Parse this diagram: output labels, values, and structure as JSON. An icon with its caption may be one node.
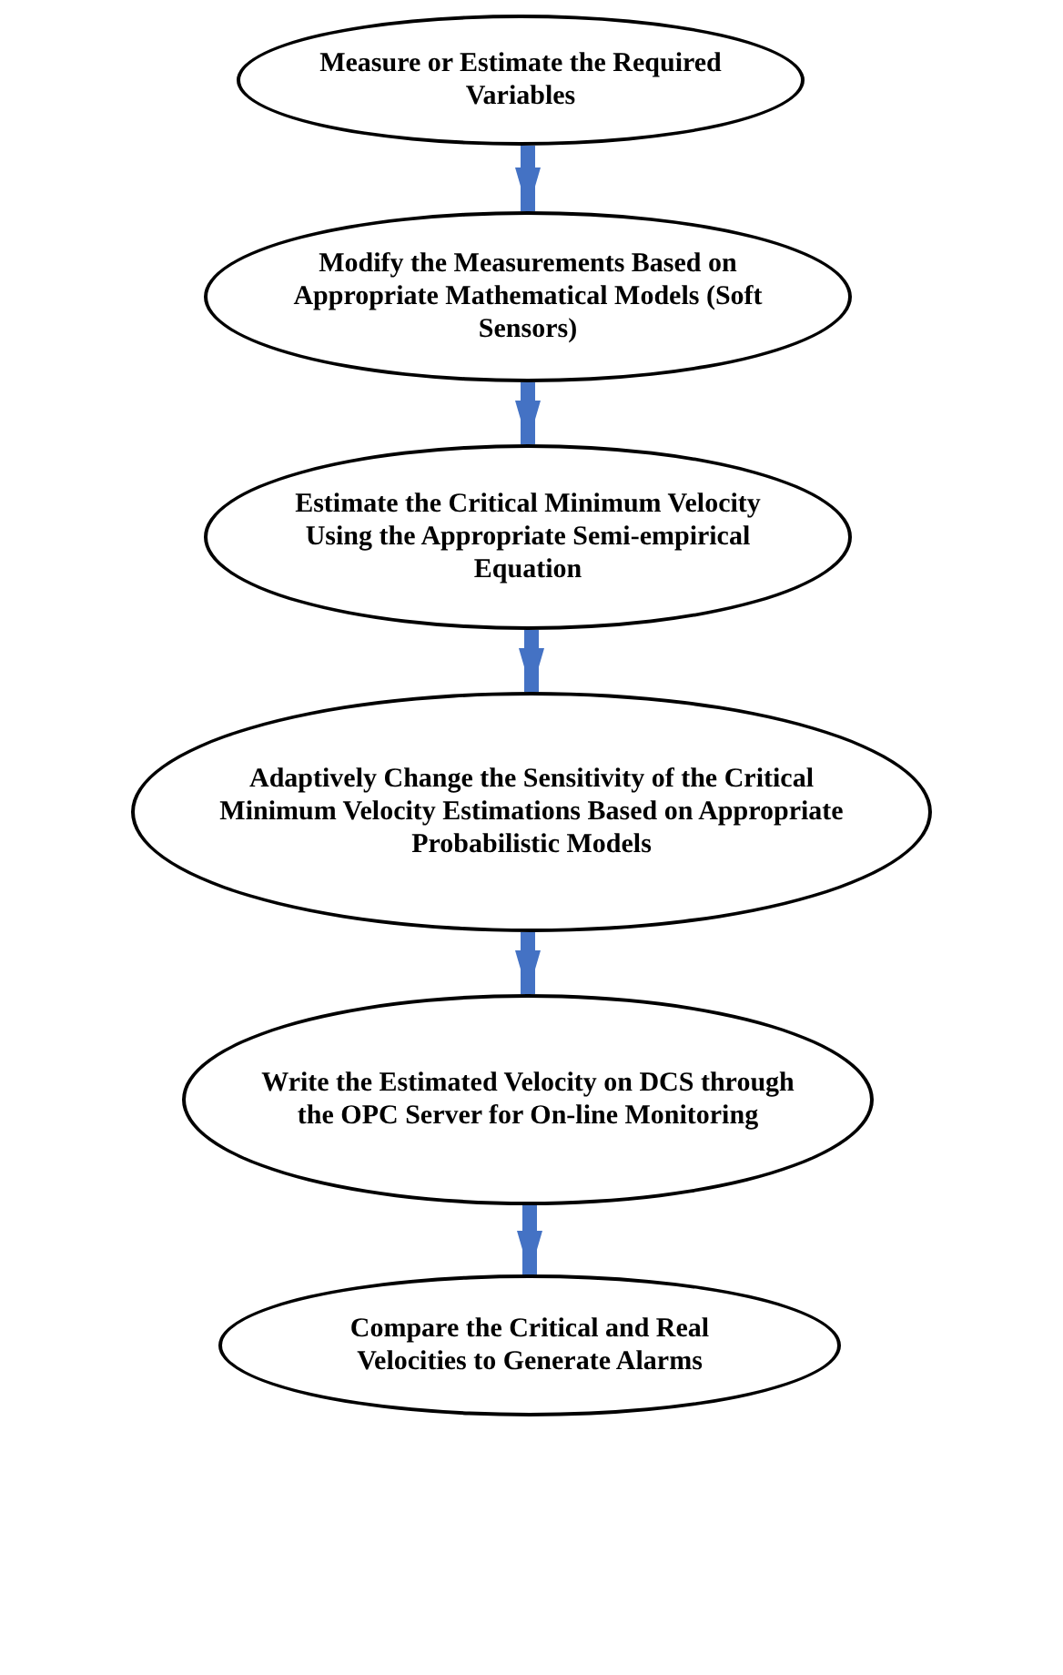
{
  "diagram": {
    "nodes": [
      {
        "text": [
          "Measure or Estimate the Required Variables"
        ]
      },
      {
        "text": [
          "Modify the Measurements Based on Appropriate Mathematical Models (Soft Sensors)"
        ]
      },
      {
        "text": [
          "Estimate the Critical Minimum Velocity Using the Appropriate Semi-empirical Equation"
        ]
      },
      {
        "text": [
          "Adaptively Change the Sensitivity of the Critical Minimum Velocity Estimations Based on Appropriate Probabilistic Models"
        ]
      },
      {
        "text": [
          "Write the Estimated Velocity on DCS through the OPC Server for On-line Monitoring"
        ]
      },
      {
        "text": [
          "Compare the Critical and Real Velocities to Generate Alarms"
        ]
      }
    ],
    "edges": [
      {
        "from": 0,
        "to": 1,
        "arrow": "to"
      },
      {
        "from": 1,
        "to": 2,
        "arrow": "to"
      },
      {
        "from": 2,
        "to": 3,
        "arrow": "to"
      },
      {
        "from": 3,
        "to": 4,
        "arrow": "to"
      },
      {
        "from": 4,
        "to": 5,
        "arrow": "to"
      }
    ]
  }
}
